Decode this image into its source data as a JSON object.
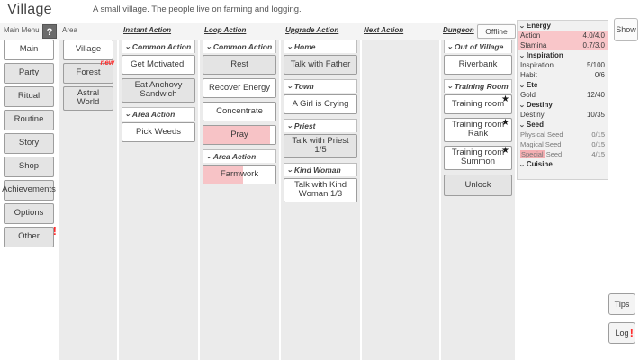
{
  "header": {
    "area_title": "Village",
    "area_description": "A small village. The people live on farming and logging.",
    "show_label": "Show"
  },
  "column_headers": {
    "main_menu": "Main Menu",
    "help": "?",
    "area": "Area",
    "instant_action": "Instant Action",
    "loop_action": "Loop Action",
    "upgrade_action": "Upgrade Action",
    "next_action": "Next Action",
    "dungeon": "Dungeon",
    "offline": "Offline"
  },
  "main_menu": {
    "items": [
      {
        "label": "Main",
        "selected": true,
        "badge": ""
      },
      {
        "label": "Party",
        "selected": false,
        "badge": ""
      },
      {
        "label": "Ritual",
        "selected": false,
        "badge": ""
      },
      {
        "label": "Routine",
        "selected": false,
        "badge": ""
      },
      {
        "label": "Story",
        "selected": false,
        "badge": ""
      },
      {
        "label": "Shop",
        "selected": false,
        "badge": ""
      },
      {
        "label": "Achievements",
        "selected": false,
        "badge": ""
      },
      {
        "label": "Options",
        "selected": false,
        "badge": ""
      },
      {
        "label": "Other",
        "selected": false,
        "badge": "!"
      }
    ]
  },
  "area_list": {
    "items": [
      {
        "label": "Village",
        "selected": true,
        "badge": ""
      },
      {
        "label": "Forest",
        "selected": false,
        "badge": "new"
      },
      {
        "label": "Astral World",
        "selected": false,
        "badge": ""
      }
    ]
  },
  "instant_action": {
    "groups": [
      {
        "label": "Common Action",
        "items": [
          {
            "label": "Get Motivated!",
            "style": "white"
          },
          {
            "label": "Eat Anchovy Sandwich",
            "style": "grey"
          }
        ]
      },
      {
        "label": "Area Action",
        "items": [
          {
            "label": "Pick Weeds",
            "style": "white"
          }
        ]
      }
    ]
  },
  "loop_action": {
    "groups": [
      {
        "label": "Common Action",
        "items": [
          {
            "label": "Rest",
            "style": "grey",
            "fill": 0
          },
          {
            "label": "Recover Energy",
            "style": "white",
            "fill": 0
          },
          {
            "label": "Concentrate",
            "style": "white",
            "fill": 0
          },
          {
            "label": "Pray",
            "style": "fill",
            "fill": 92
          }
        ]
      },
      {
        "label": "Area Action",
        "items": [
          {
            "label": "Farmwork",
            "style": "fill",
            "fill": 55
          }
        ]
      }
    ]
  },
  "upgrade_action": {
    "groups": [
      {
        "label": "Home",
        "items": [
          {
            "label": "Talk with Father",
            "style": "grey"
          }
        ]
      },
      {
        "label": "Town",
        "items": [
          {
            "label": "A Girl is Crying",
            "style": "white"
          }
        ]
      },
      {
        "label": "Priest",
        "items": [
          {
            "label": "Talk with Priest 1/5",
            "style": "grey"
          }
        ]
      },
      {
        "label": "Kind Woman",
        "items": [
          {
            "label": "Talk with Kind Woman 1/3",
            "style": "white"
          }
        ]
      }
    ]
  },
  "next_action": {
    "items": []
  },
  "dungeon": {
    "groups": [
      {
        "label": "Out of Village",
        "items": [
          {
            "label": "Riverbank",
            "style": "white",
            "star": false
          }
        ]
      },
      {
        "label": "Training Room",
        "items": [
          {
            "label": "Training room",
            "style": "white",
            "star": true
          },
          {
            "label": "Training room Rank",
            "style": "white",
            "star": true
          },
          {
            "label": "Training room Summon",
            "style": "white",
            "star": true
          }
        ]
      }
    ],
    "unlock_label": "Unlock"
  },
  "stats": {
    "sections": [
      {
        "title": "Energy",
        "rows": [
          {
            "label": "Action",
            "value": "4.0/4.0",
            "highlight": true,
            "sub": false,
            "underline": false
          },
          {
            "label": "Stamina",
            "value": "0.7/3.0",
            "highlight": true,
            "sub": false,
            "underline": true
          }
        ]
      },
      {
        "title": "Inspiration",
        "rows": [
          {
            "label": "Inspiration",
            "value": "5/100",
            "highlight": false,
            "sub": false,
            "underline": false
          },
          {
            "label": "Habit",
            "value": "0/6",
            "highlight": false,
            "sub": false,
            "underline": false
          }
        ]
      },
      {
        "title": "Etc",
        "rows": [
          {
            "label": "Gold",
            "value": "12/40",
            "highlight": false,
            "sub": false,
            "underline": false
          }
        ]
      },
      {
        "title": "Destiny",
        "rows": [
          {
            "label": "Destiny",
            "value": "10/35",
            "highlight": false,
            "sub": false,
            "underline": false
          }
        ]
      },
      {
        "title": "Seed",
        "rows": [
          {
            "label": "Physical Seed",
            "value": "0/15",
            "highlight": false,
            "sub": true,
            "underline": false
          },
          {
            "label": "Magical Seed",
            "value": "0/15",
            "highlight": false,
            "sub": true,
            "underline": false
          },
          {
            "label": "Special Seed",
            "value": "4/15",
            "highlight": false,
            "sub": true,
            "underline": false,
            "hlword": "Special"
          }
        ]
      },
      {
        "title": "Cuisine",
        "rows": []
      }
    ]
  },
  "side_buttons": {
    "tips_label": "Tips",
    "log_label": "Log",
    "log_badge": "!"
  },
  "colors": {
    "panel_bg": "#ebebeb",
    "button_grey": "#e4e4e4",
    "button_white": "#ffffff",
    "progress_pink": "#f7c3c6",
    "highlight_pink": "#f9c6c9",
    "badge_red": "#ff2b2b",
    "border": "#9d9d9d"
  }
}
